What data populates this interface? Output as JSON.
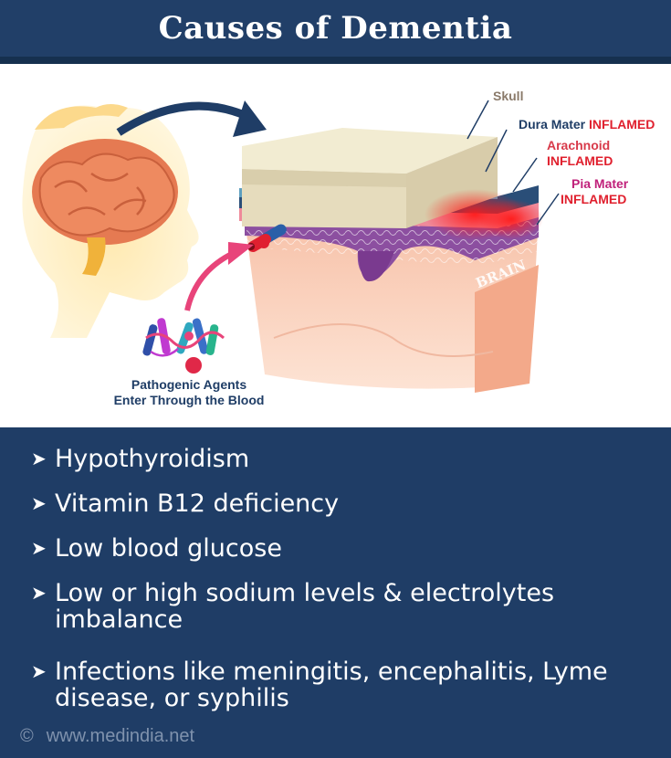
{
  "title": "Causes of Dementia",
  "diagram": {
    "labels": {
      "skull": "Skull",
      "dura_mater": "Dura Mater",
      "dura_status": "INFLAMED",
      "arachnoid": "Arachnoid",
      "arachnoid_status": "INFLAMED",
      "pia_mater": "Pia Mater",
      "pia_status": "INFLAMED",
      "brain": "BRAIN",
      "pathogen_line1": "Pathogenic Agents",
      "pathogen_line2": "Enter Through the Blood"
    },
    "colors": {
      "label_gray": "#8a7a6a",
      "label_navy": "#1f3d66",
      "inflamed_red": "#e0202e",
      "arachnoid_red": "#d83a4a",
      "pia_magenta": "#c0207a"
    }
  },
  "causes": [
    "Hypothyroidism",
    "Vitamin B12 deficiency",
    "Low blood glucose",
    "Low or high sodium levels & electrolytes imbalance",
    "Infections like meningitis, encephalitis, Lyme disease, or syphilis"
  ],
  "footer": {
    "copyright_symbol": "©",
    "site": "www.medindia.net"
  }
}
